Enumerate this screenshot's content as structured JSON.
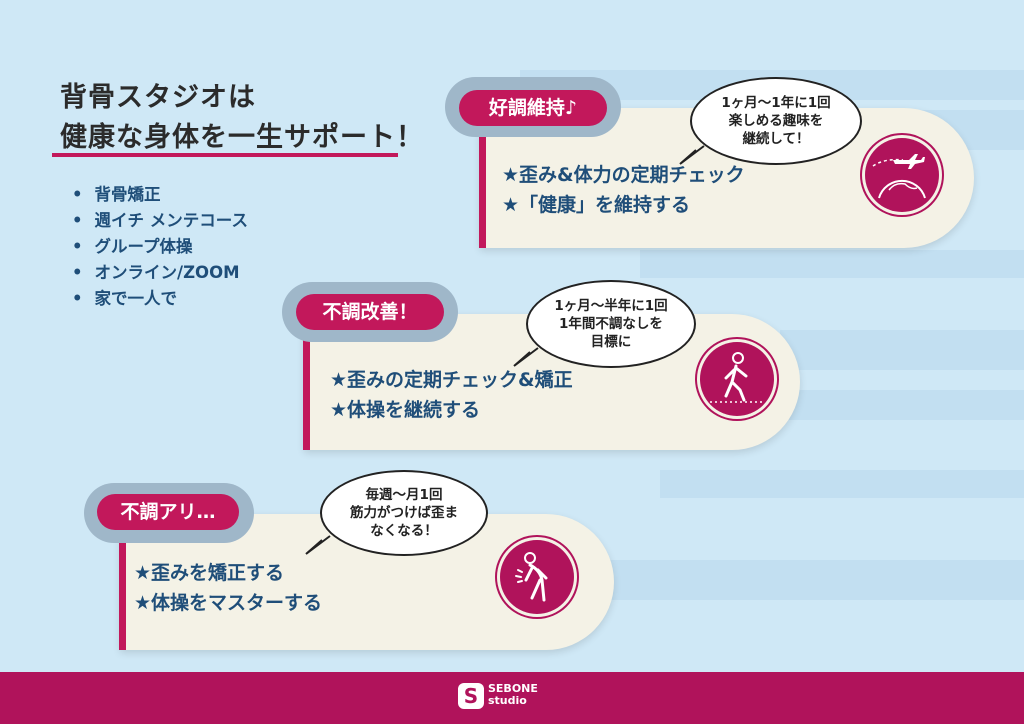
{
  "heading": {
    "line1": "背骨スタジオは",
    "line2": "健康な身体を一生サポート！"
  },
  "services": [
    "背骨矯正",
    "週イチ メンテコース",
    "グループ体操",
    "オンライン/ZOOM",
    "家で一人で"
  ],
  "tiers": [
    {
      "label": "好調維持♪",
      "lines": [
        "★歪み&体力の定期チェック",
        "★「健康」を維持する"
      ],
      "bubble": [
        "1ヶ月～1年に1回",
        "楽しめる趣味を",
        "継続して！"
      ],
      "icon": "airplane-globe-icon"
    },
    {
      "label": "不調改善！",
      "lines": [
        "★歪みの定期チェック&矯正",
        "★体操を継続する"
      ],
      "bubble": [
        "1ヶ月～半年に1回",
        "1年間不調なしを",
        "目標に"
      ],
      "icon": "walking-person-icon"
    },
    {
      "label": "不調アリ…",
      "lines": [
        "★歪みを矯正する",
        "★体操をマスターする"
      ],
      "bubble": [
        "毎週～月1回",
        "筋力がつけば歪ま",
        "なくなる！"
      ],
      "icon": "back-pain-person-icon"
    }
  ],
  "footer": {
    "brand_top": "SEBONE",
    "brand_bottom": "studio"
  },
  "colors": {
    "accent": "#c2185b",
    "navy": "#1f4e79",
    "card": "#f4f2e6",
    "background": "#cfe8f6"
  }
}
